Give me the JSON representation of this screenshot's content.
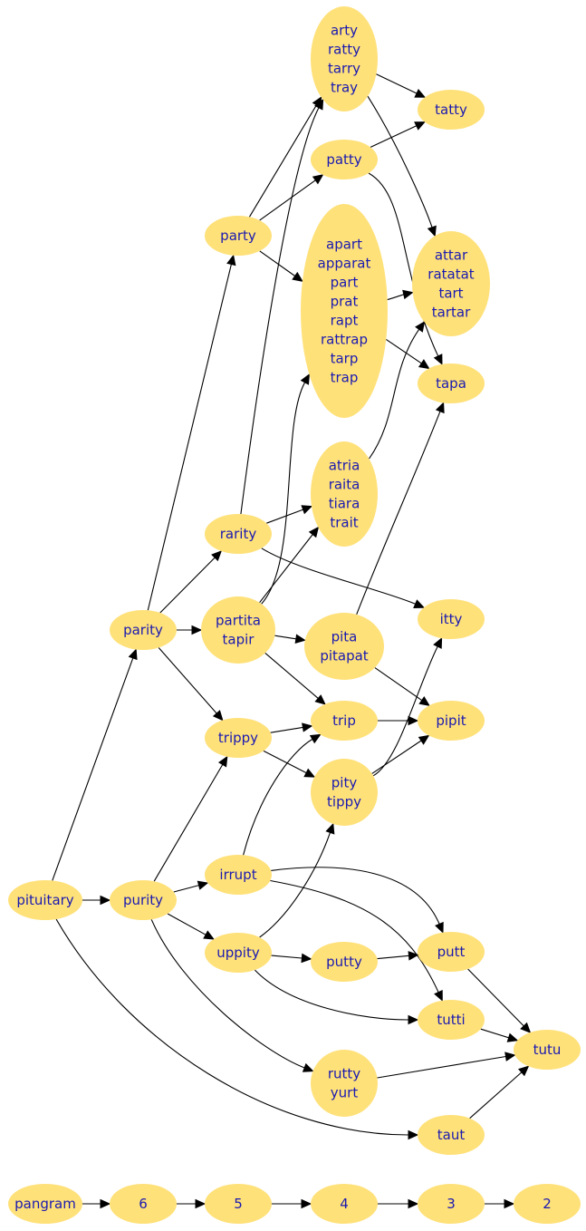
{
  "diagram": {
    "nodes": [
      {
        "id": "arty",
        "lines": [
          "arty",
          "ratty",
          "tarry",
          "tray"
        ]
      },
      {
        "id": "tatty",
        "lines": [
          "tatty"
        ]
      },
      {
        "id": "patty",
        "lines": [
          "patty"
        ]
      },
      {
        "id": "party",
        "lines": [
          "party"
        ]
      },
      {
        "id": "apart",
        "lines": [
          "apart",
          "apparat",
          "part",
          "prat",
          "rapt",
          "rattrap",
          "tarp",
          "trap"
        ]
      },
      {
        "id": "attar",
        "lines": [
          "attar",
          "ratatat",
          "tart",
          "tartar"
        ]
      },
      {
        "id": "tapa",
        "lines": [
          "tapa"
        ]
      },
      {
        "id": "atria",
        "lines": [
          "atria",
          "raita",
          "tiara",
          "trait"
        ]
      },
      {
        "id": "rarity",
        "lines": [
          "rarity"
        ]
      },
      {
        "id": "parity",
        "lines": [
          "parity"
        ]
      },
      {
        "id": "partita",
        "lines": [
          "partita",
          "tapir"
        ]
      },
      {
        "id": "pita",
        "lines": [
          "pita",
          "pitapat"
        ]
      },
      {
        "id": "itty",
        "lines": [
          "itty"
        ]
      },
      {
        "id": "trippy",
        "lines": [
          "trippy"
        ]
      },
      {
        "id": "trip",
        "lines": [
          "trip"
        ]
      },
      {
        "id": "pipit",
        "lines": [
          "pipit"
        ]
      },
      {
        "id": "pity",
        "lines": [
          "pity",
          "tippy"
        ]
      },
      {
        "id": "pituitary",
        "lines": [
          "pituitary"
        ]
      },
      {
        "id": "purity",
        "lines": [
          "purity"
        ]
      },
      {
        "id": "irrupt",
        "lines": [
          "irrupt"
        ]
      },
      {
        "id": "uppity",
        "lines": [
          "uppity"
        ]
      },
      {
        "id": "putty",
        "lines": [
          "putty"
        ]
      },
      {
        "id": "putt",
        "lines": [
          "putt"
        ]
      },
      {
        "id": "tutti",
        "lines": [
          "tutti"
        ]
      },
      {
        "id": "tutu",
        "lines": [
          "tutu"
        ]
      },
      {
        "id": "rutty",
        "lines": [
          "rutty",
          "yurt"
        ]
      },
      {
        "id": "taut",
        "lines": [
          "taut"
        ]
      },
      {
        "id": "pangram",
        "lines": [
          "pangram"
        ]
      },
      {
        "id": "n6",
        "lines": [
          "6"
        ]
      },
      {
        "id": "n5",
        "lines": [
          "5"
        ]
      },
      {
        "id": "n4",
        "lines": [
          "4"
        ]
      },
      {
        "id": "n3",
        "lines": [
          "3"
        ]
      },
      {
        "id": "n2",
        "lines": [
          "2"
        ]
      }
    ],
    "edges": [
      {
        "from": "arty",
        "to": "tatty"
      },
      {
        "from": "arty",
        "to": "attar"
      },
      {
        "from": "patty",
        "to": "tatty"
      },
      {
        "from": "patty",
        "to": "tapa"
      },
      {
        "from": "party",
        "to": "arty"
      },
      {
        "from": "party",
        "to": "patty"
      },
      {
        "from": "party",
        "to": "apart"
      },
      {
        "from": "apart",
        "to": "attar"
      },
      {
        "from": "apart",
        "to": "tapa"
      },
      {
        "from": "atria",
        "to": "attar"
      },
      {
        "from": "rarity",
        "to": "arty"
      },
      {
        "from": "rarity",
        "to": "atria"
      },
      {
        "from": "rarity",
        "to": "itty"
      },
      {
        "from": "parity",
        "to": "party"
      },
      {
        "from": "parity",
        "to": "rarity"
      },
      {
        "from": "parity",
        "to": "partita"
      },
      {
        "from": "parity",
        "to": "trippy"
      },
      {
        "from": "partita",
        "to": "apart"
      },
      {
        "from": "partita",
        "to": "atria"
      },
      {
        "from": "partita",
        "to": "pita"
      },
      {
        "from": "partita",
        "to": "trip"
      },
      {
        "from": "pita",
        "to": "tapa"
      },
      {
        "from": "pita",
        "to": "pipit"
      },
      {
        "from": "trippy",
        "to": "trip"
      },
      {
        "from": "trippy",
        "to": "pity"
      },
      {
        "from": "trip",
        "to": "pipit"
      },
      {
        "from": "pity",
        "to": "itty"
      },
      {
        "from": "pity",
        "to": "pipit"
      },
      {
        "from": "pituitary",
        "to": "parity"
      },
      {
        "from": "pituitary",
        "to": "purity"
      },
      {
        "from": "pituitary",
        "to": "taut"
      },
      {
        "from": "purity",
        "to": "trippy"
      },
      {
        "from": "purity",
        "to": "irrupt"
      },
      {
        "from": "purity",
        "to": "uppity"
      },
      {
        "from": "purity",
        "to": "rutty"
      },
      {
        "from": "irrupt",
        "to": "trip"
      },
      {
        "from": "irrupt",
        "to": "putt"
      },
      {
        "from": "irrupt",
        "to": "tutti"
      },
      {
        "from": "uppity",
        "to": "pity"
      },
      {
        "from": "uppity",
        "to": "putty"
      },
      {
        "from": "uppity",
        "to": "tutti"
      },
      {
        "from": "putty",
        "to": "putt"
      },
      {
        "from": "putt",
        "to": "tutu"
      },
      {
        "from": "tutti",
        "to": "tutu"
      },
      {
        "from": "rutty",
        "to": "tutu"
      },
      {
        "from": "taut",
        "to": "tutu"
      },
      {
        "from": "pangram",
        "to": "n6"
      },
      {
        "from": "n6",
        "to": "n5"
      },
      {
        "from": "n5",
        "to": "n4"
      },
      {
        "from": "n4",
        "to": "n3"
      },
      {
        "from": "n3",
        "to": "n2"
      }
    ]
  }
}
